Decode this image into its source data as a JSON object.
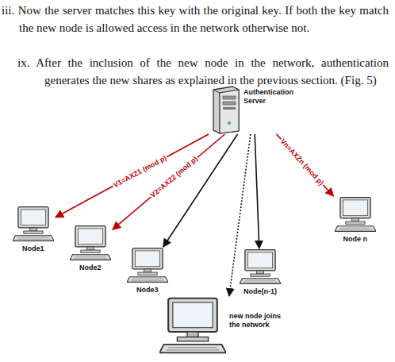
{
  "diagram": {
    "nodes": [
      {
        "text": [
          "Authentication Server"
        ]
      },
      {
        "text": [
          "Node1"
        ]
      },
      {
        "text": [
          "Node2"
        ]
      },
      {
        "text": [
          "Node3"
        ]
      },
      {
        "text": [
          "new node joins the network"
        ]
      },
      {
        "text": [
          "Node(n-1)"
        ]
      },
      {
        "text": [
          "Node n"
        ]
      }
    ],
    "edges": [
      {
        "from": 0,
        "to": 1,
        "label": "V1=AXZ1 (mod p)",
        "arrow": "to"
      },
      {
        "from": 0,
        "to": 2,
        "label": "V2=AXZ2 (mod p)",
        "arrow": "to"
      },
      {
        "from": 0,
        "to": 3,
        "arrow": "to"
      },
      {
        "from": 0,
        "to": 4,
        "arrow": "to"
      },
      {
        "from": 0,
        "to": 5,
        "arrow": "to"
      },
      {
        "from": 0,
        "to": 6,
        "label": "Vn=AXZn (mod p)",
        "arrow": "to"
      }
    ],
    "labels": [
      "iii. Now the server matches this key with the original key. If both the key match the new node is allowed access in the network otherwise not.",
      "ix. After the inclusion of the new node in the network, authentication generates the new shares as explained in the previous section. (Fig. 5)"
    ]
  }
}
